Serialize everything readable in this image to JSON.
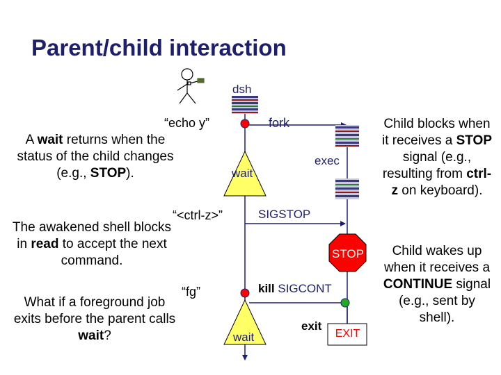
{
  "title": "Parent/child interaction",
  "shell_label": "dsh",
  "left_notes": {
    "wait_note": [
      "A ",
      "wait",
      " returns when the status of the child changes (e.g., ",
      "STOP",
      ")."
    ],
    "read_note": [
      "The awakened shell blocks in ",
      "read",
      " to accept the next command."
    ],
    "question_note": [
      "What if a foreground job exits before the parent calls ",
      "wait",
      "?"
    ]
  },
  "right_notes": {
    "stop_note": [
      "Child blocks when it receives a ",
      "STOP",
      " signal (e.g., resulting from ",
      "ctrl-z",
      " on keyboard)."
    ],
    "continue_note": [
      "Child wakes up when it receives a ",
      "CONTINUE",
      " signal (e.g., sent by shell)."
    ]
  },
  "labels": {
    "echo": "“echo y”",
    "fork": "fork",
    "exec": "exec",
    "wait1": "wait",
    "ctrlz": "“<ctrl-z>”",
    "sigstop": "SIGSTOP",
    "stop_sign": "STOP",
    "fg": "“fg”",
    "kill_word": "kill",
    "sigcont": "SIGCONT",
    "exit": "exit",
    "exit_box": "EXIT",
    "wait2": "wait"
  },
  "colors": {
    "title": "#1e1e6e",
    "stack_fill": "#c8c8e0",
    "stack_stripe": "#3a3a7a",
    "stack_red": "#8b1a1a",
    "stack_green": "#2e7d32",
    "wait_triangle": "#ffff66",
    "red_dot": "#ff0000",
    "green_dot": "#22aa22",
    "stop_red": "#ff0000",
    "exit_red": "#ff0000"
  }
}
